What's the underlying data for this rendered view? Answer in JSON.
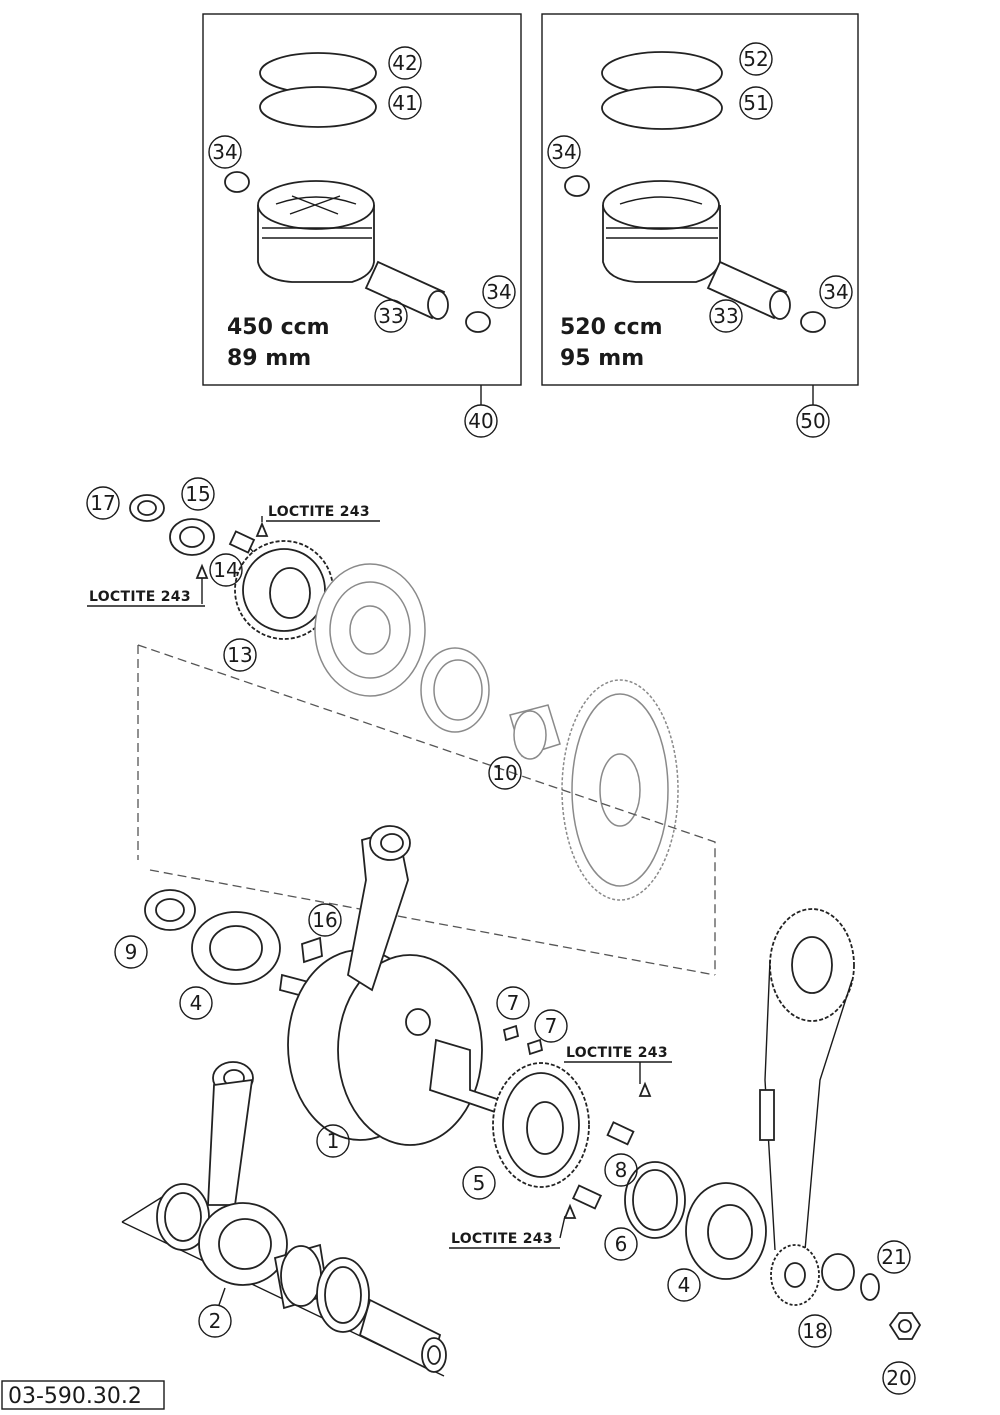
{
  "kits": [
    {
      "displacement": "450 ccm",
      "bore": "89 mm",
      "kit_number": "40",
      "ring_top": "42",
      "ring_bottom": "41",
      "circlip_top": "34",
      "circlip_bottom": "34",
      "pin": "33"
    },
    {
      "displacement": "520 ccm",
      "bore": "95 mm",
      "kit_number": "50",
      "ring_top": "52",
      "ring_bottom": "51",
      "circlip_top": "34",
      "circlip_bottom": "34",
      "pin": "33"
    }
  ],
  "callouts": {
    "c1": "1",
    "c2": "2",
    "c4a": "4",
    "c4b": "4",
    "c5": "5",
    "c6": "6",
    "c7a": "7",
    "c7b": "7",
    "c8": "8",
    "c9": "9",
    "c10": "10",
    "c13": "13",
    "c14": "14",
    "c15": "15",
    "c16": "16",
    "c17": "17",
    "c18": "18",
    "c20": "20",
    "c21": "21"
  },
  "notes": {
    "loctite_1": "LOCTITE 243",
    "loctite_2": "LOCTITE 243",
    "loctite_3": "LOCTITE 243",
    "loctite_4": "LOCTITE 243"
  },
  "document_number": "03-590.30.2"
}
